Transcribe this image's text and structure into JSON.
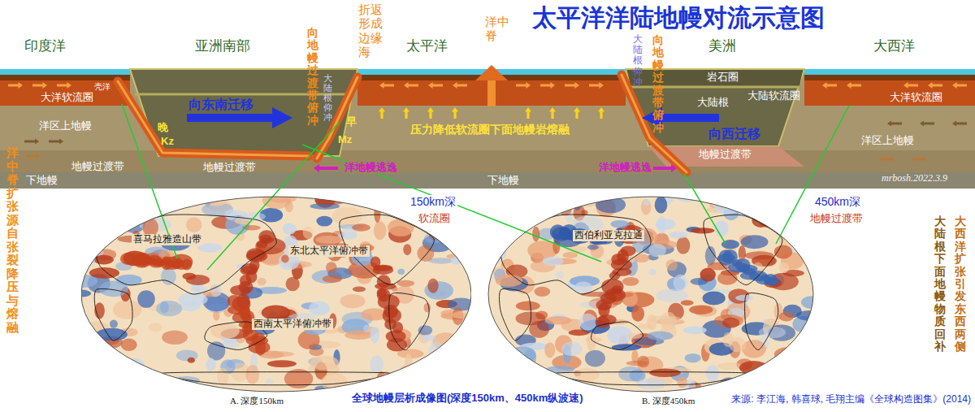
{
  "diagram": {
    "title": "太平洋洋陆地幔对流示意图",
    "caption": "全球地幔层析成像图(深度150km、450km纵波速)",
    "nodes": [
      {
        "text": [
          "喜马拉雅造山带",
          "东北太平洋俯冲带",
          "西南太平洋俯冲带",
          "A. 深度150km"
        ]
      },
      {
        "text": [
          "西伯利亚克拉通",
          "B. 深度450km"
        ]
      }
    ],
    "labels": [
      "印度洋",
      "亚洲南部",
      "折返形成边缘海",
      "向地幔过渡带俯冲",
      "大陆根仰冲",
      "太平洋",
      "洋中脊",
      "向地幔过渡带俯冲",
      "大陆根仰冲",
      "美洲",
      "大西洋",
      "壳洋",
      "大洋软流圈",
      "向东南迁移",
      "洋区上地幔",
      "晚",
      "Kz",
      "早",
      "Mz",
      "地幔过渡带",
      "地幔过渡带",
      "洋地幔逃逸",
      "下地幔",
      "压力降低软流圈下面地幔岩熔融",
      "下地幔",
      "岩石圈",
      "大陆软流圈",
      "大陆根",
      "向西迁移",
      "地幔过渡带",
      "洋地幔逃逸",
      "大洋软流圈",
      "洋区上地幔",
      "mrbosh.2022.3.9",
      "洋中脊扩张源自张裂降压与熔融",
      "150km深",
      "软流圈",
      "450km深",
      "地幔过渡带",
      "大陆根下面地幔物质回补",
      "大西洋扩张引发东西两侧",
      "来源: 李江海, 韩喜球, 毛翔主编《全球构造图集》(2014)"
    ]
  }
}
